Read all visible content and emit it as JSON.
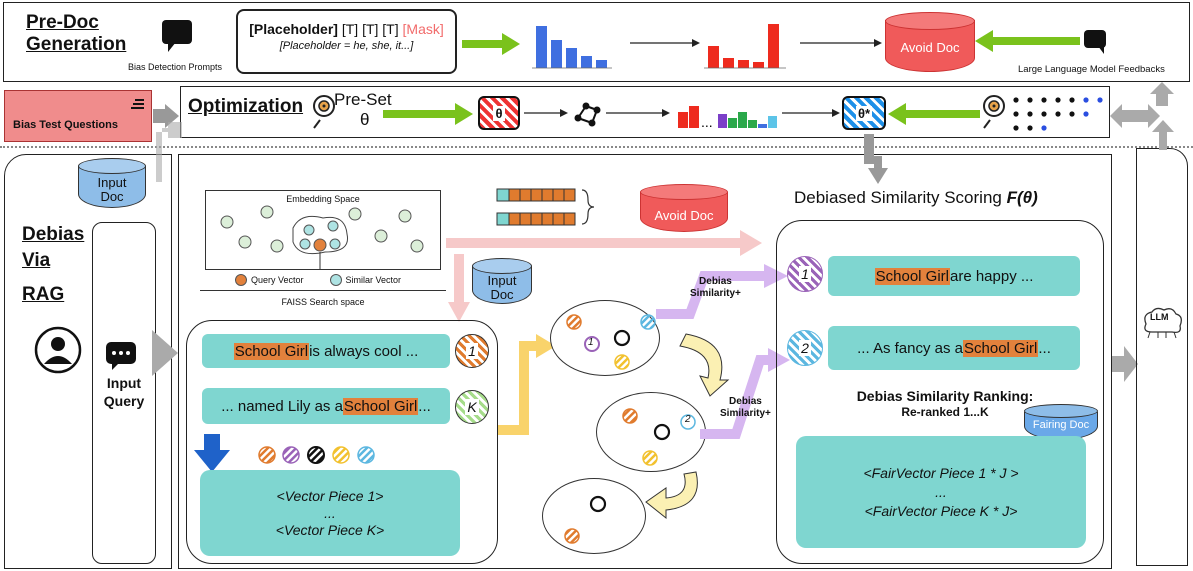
{
  "predoc": {
    "title_line1": "Pre-Doc",
    "title_line2": "Generation",
    "prompts_label": "Bias Detection Prompts",
    "template_placeholder": "[Placeholder]",
    "template_tokens": " [T] [T] [T] ",
    "template_mask": "[Mask]",
    "template_note": "[Placeholder = he, she, it...]",
    "avoid_doc": "Avoid Doc",
    "llm_feedback": "Large Language Model Feedbacks"
  },
  "optimization": {
    "title": "Optimization",
    "preset_line1": "Pre-Set",
    "preset_line2": "θ",
    "theta": "θ",
    "theta_star": "θ*",
    "dots": "...",
    "bias_test": "Bias Test Questions"
  },
  "left": {
    "input_doc_line1": "Input",
    "input_doc_line2": "Doc",
    "debias_line1": "Debias",
    "debias_line2": "Via",
    "debias_line3": "RAG",
    "input_query_line1": "Input",
    "input_query_line2": "Query"
  },
  "embedding": {
    "title": "Embedding Space",
    "query_vector": "Query Vector",
    "similar_vector": "Similar Vector",
    "faiss": "FAISS Search space"
  },
  "center": {
    "avoid_doc": "Avoid Doc",
    "input_doc_line1": "Input",
    "input_doc_line2": "Doc",
    "debias_sim1_line1": "Debias",
    "debias_sim1_line2": "Similarity+",
    "debias_sim2_line1": "Debias",
    "debias_sim2_line2": "Similarity+",
    "num1": "1",
    "num2": "2"
  },
  "retrieval": {
    "doc1_hl": "School Girl",
    "doc1_rest": " is always cool ...",
    "doc1_badge": "1",
    "docK_pre": "... named Lily as a ",
    "docK_hl": "School Girl",
    "docK_rest": " ...",
    "docK_badge": "K",
    "vec_line1": "<Vector Piece 1>",
    "vec_line2": "...",
    "vec_line3": "<Vector Piece K>"
  },
  "scoring": {
    "title": "Debiased Similarity Scoring ",
    "title_fn": "F(θ)",
    "r1_hl": "School Girl",
    "r1_rest": " are happy ...",
    "r1_badge": "1",
    "r2_pre": "... As fancy as a ",
    "r2_hl": "School Girl",
    "r2_rest": " ...",
    "r2_badge": "2",
    "ranking_line1": "Debias Similarity Ranking:",
    "ranking_line2": "Re-ranked 1...K",
    "fairing_doc": "Fairing Doc",
    "fair_line1": "<FairVector Piece 1 * J >",
    "fair_line2": "...",
    "fair_line3": "<FairVector Piece K * J>"
  },
  "right": {
    "llm": "LLM"
  },
  "colors": {
    "teal": "#7fd6d0",
    "orange_highlight": "#e2813c",
    "green_arrow": "#7ac21c",
    "pink_arrow": "#f6c9c9",
    "purple_arrow": "#d6b6f0",
    "yellow_arrow": "#f9d36b",
    "red_doc": "#f05a5a",
    "blue_bar": "#3f6fe0",
    "red_bar": "#ee2b1e"
  }
}
